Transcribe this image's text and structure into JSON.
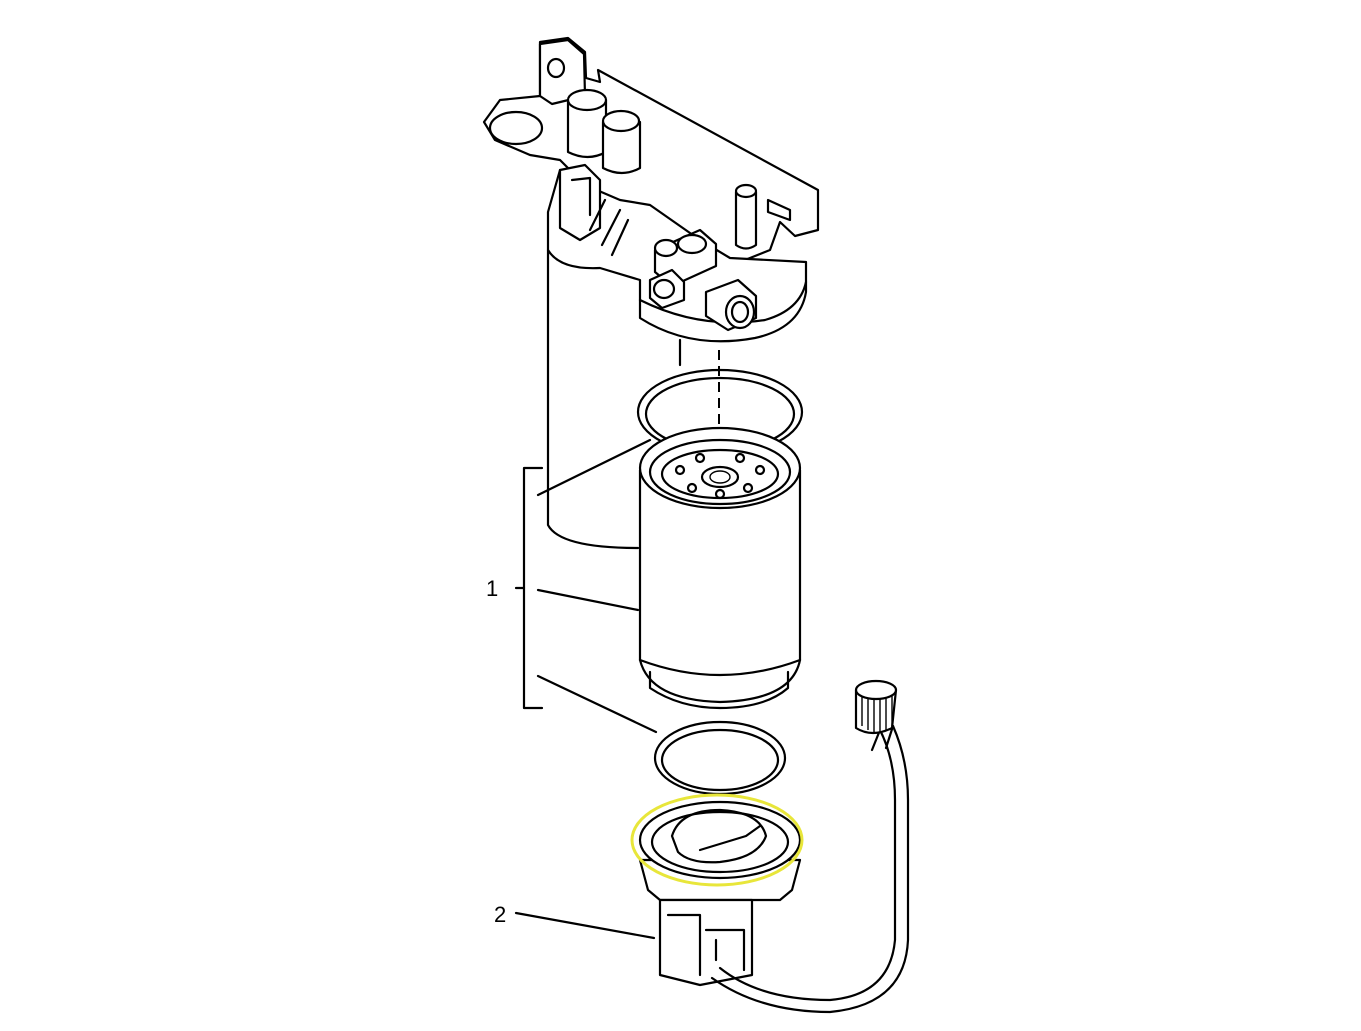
{
  "diagram": {
    "callouts": [
      {
        "id": "1",
        "label": "1"
      },
      {
        "id": "2",
        "label": "2"
      }
    ],
    "highlight_color": "#e8e63a",
    "line_color": "#000000"
  }
}
